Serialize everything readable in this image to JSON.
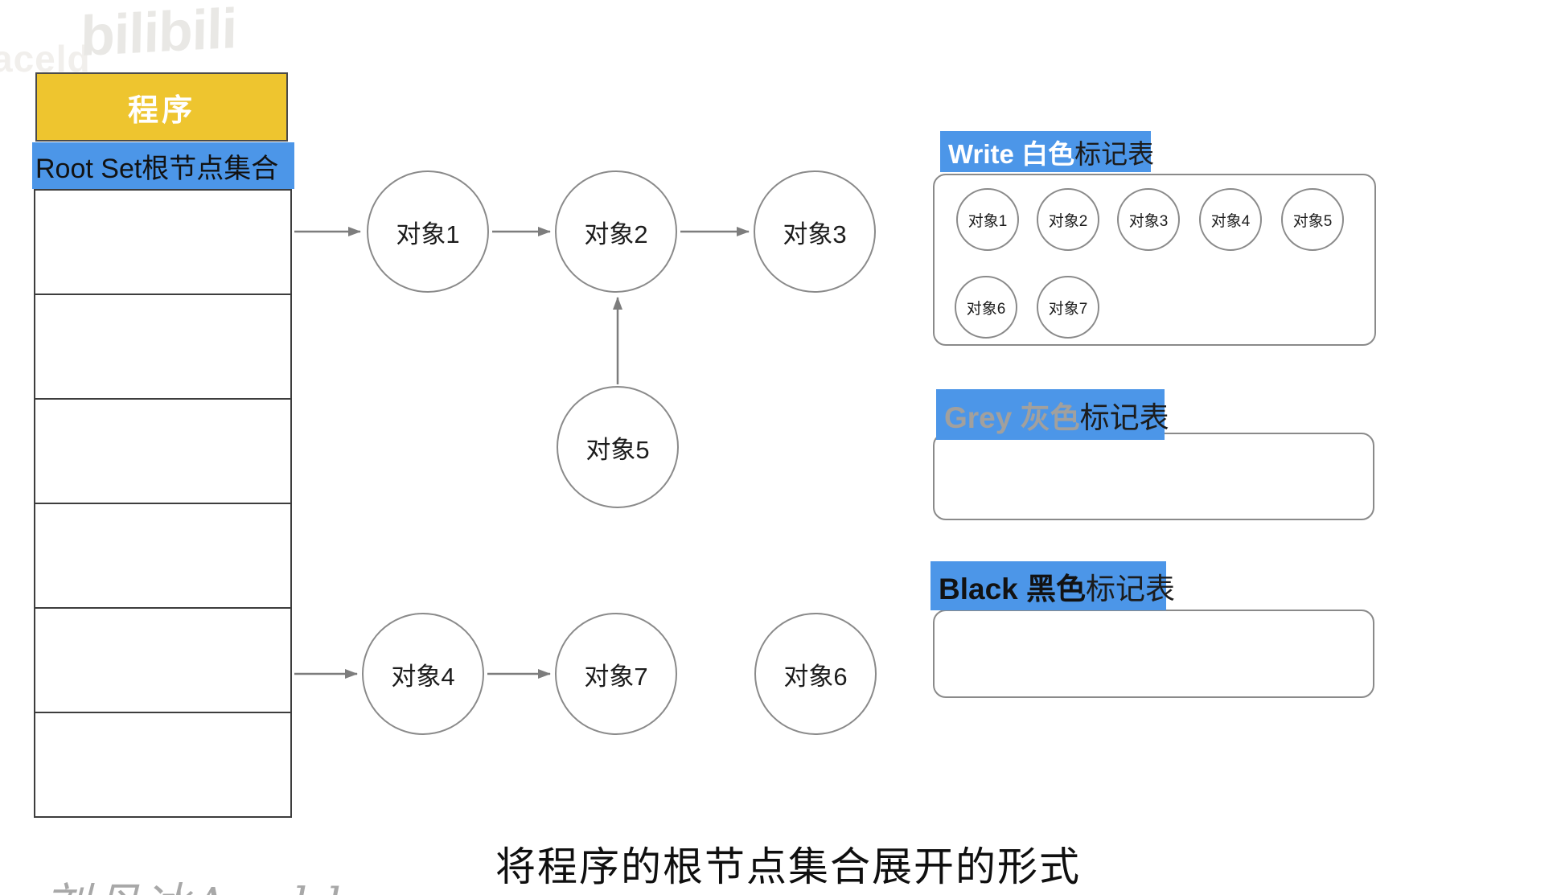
{
  "watermarks": {
    "top_left": "aceld",
    "logo": "bilibili",
    "bottom_left": "刘丹冰Aceld"
  },
  "program_table": {
    "header": "程序",
    "root_row": "Root Set根节点集合",
    "empty_rows": 6
  },
  "graph": {
    "nodes": [
      {
        "label": "对象1"
      },
      {
        "label": "对象2"
      },
      {
        "label": "对象3"
      },
      {
        "label": "对象5"
      },
      {
        "label": "对象4"
      },
      {
        "label": "对象7"
      },
      {
        "label": "对象6"
      }
    ],
    "edges": [
      "RootSet→对象1",
      "对象1→对象2",
      "对象2→对象3",
      "对象5→对象2",
      "RootSet→对象4",
      "对象4→对象7"
    ]
  },
  "mark_tables": {
    "white": {
      "label_highlight": "Write 白色",
      "label_suffix": "标记表",
      "objects": [
        "对象1",
        "对象2",
        "对象3",
        "对象4",
        "对象5",
        "对象6",
        "对象7"
      ]
    },
    "grey": {
      "label_highlight": "Grey 灰色",
      "label_suffix": "标记表"
    },
    "black": {
      "label_highlight": "Black 黑色",
      "label_suffix": "标记表"
    }
  },
  "caption": "将程序的根节点集合展开的形式",
  "colors": {
    "highlight_blue": "#4c96e8",
    "header_yellow": "#eec52f",
    "line_grey": "#7d7d7d"
  }
}
